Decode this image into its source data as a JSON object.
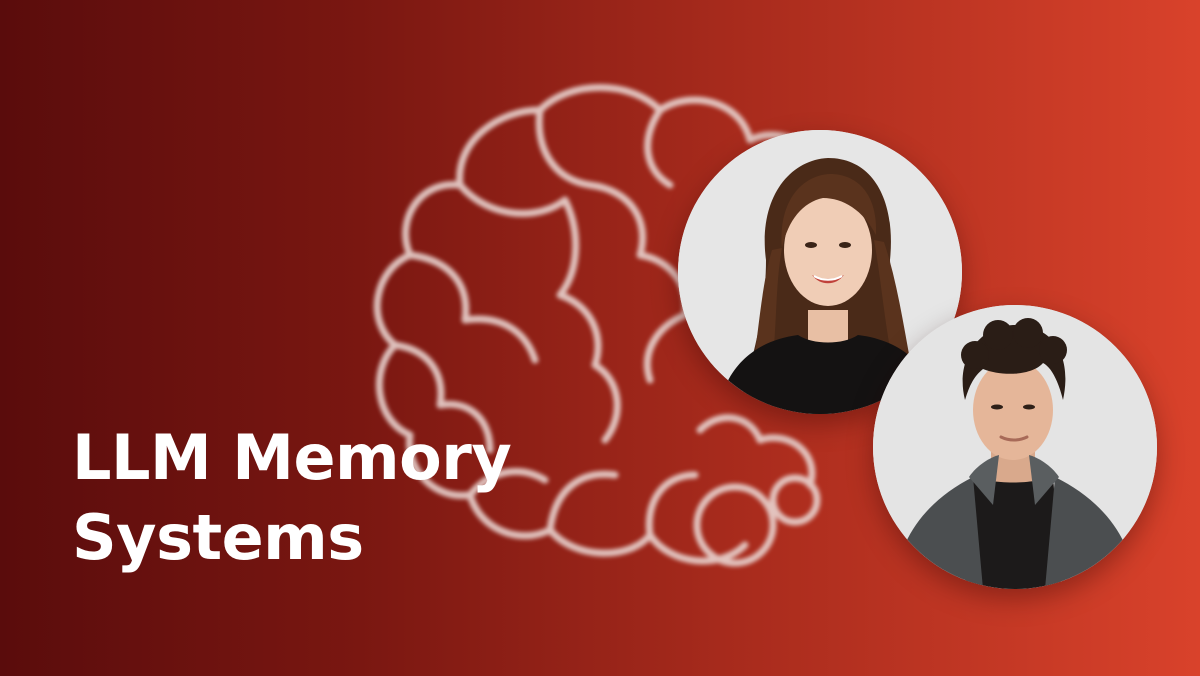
{
  "title": {
    "line1": "LLM Memory",
    "line2": "Systems"
  },
  "colors": {
    "gradient_start": "#5a0c0c",
    "gradient_end": "#d9422b",
    "title_text": "#ffffff",
    "brain_outline": "#e9d4d0",
    "avatar_background": "#e6e6e6"
  },
  "icons": {
    "background_graphic": "brain-icon"
  },
  "speakers": [
    {
      "portrait": "woman-portrait"
    },
    {
      "portrait": "man-portrait"
    }
  ]
}
